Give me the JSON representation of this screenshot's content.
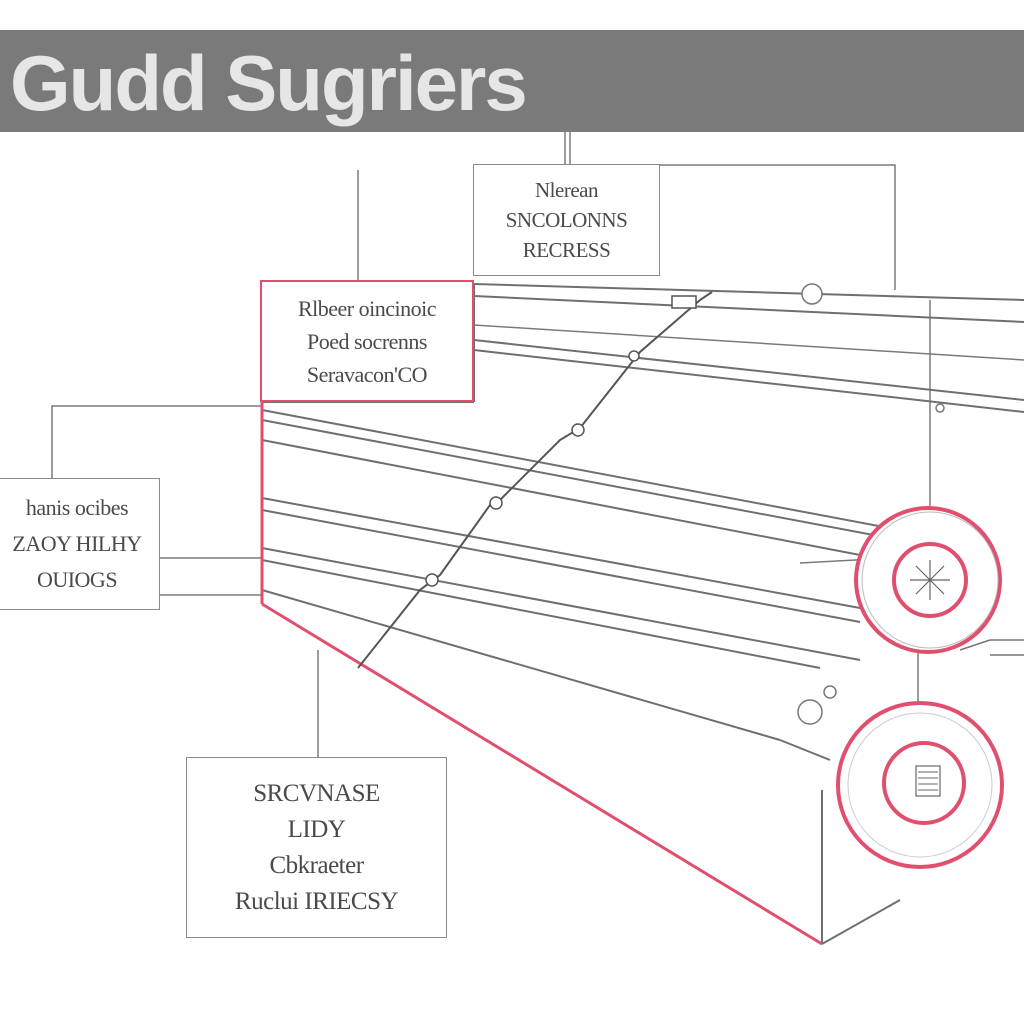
{
  "title": "Gudd Sugriers",
  "callouts": {
    "top": {
      "lines": [
        "Nlerean",
        "SNCOLONNS",
        "RECRESS"
      ]
    },
    "middle": {
      "lines": [
        "Rlbeer oincinoic",
        "Poed socrenns",
        "Seravacon'CO"
      ]
    },
    "left": {
      "lines": [
        "hanis ocibes",
        "ZAOY HILHY",
        "OUIOGS"
      ]
    },
    "bottom": {
      "lines": [
        "SRCVNASE",
        "LIDY",
        "Cbkraeter",
        "Ruclui IRIECSY"
      ]
    }
  },
  "colors": {
    "title_bar": "#7a7a7a",
    "title_text": "#e6e6e6",
    "accent_red": "#e0506e",
    "line_gray": "#6f6f6f",
    "box_border": "#8a8a8a"
  }
}
